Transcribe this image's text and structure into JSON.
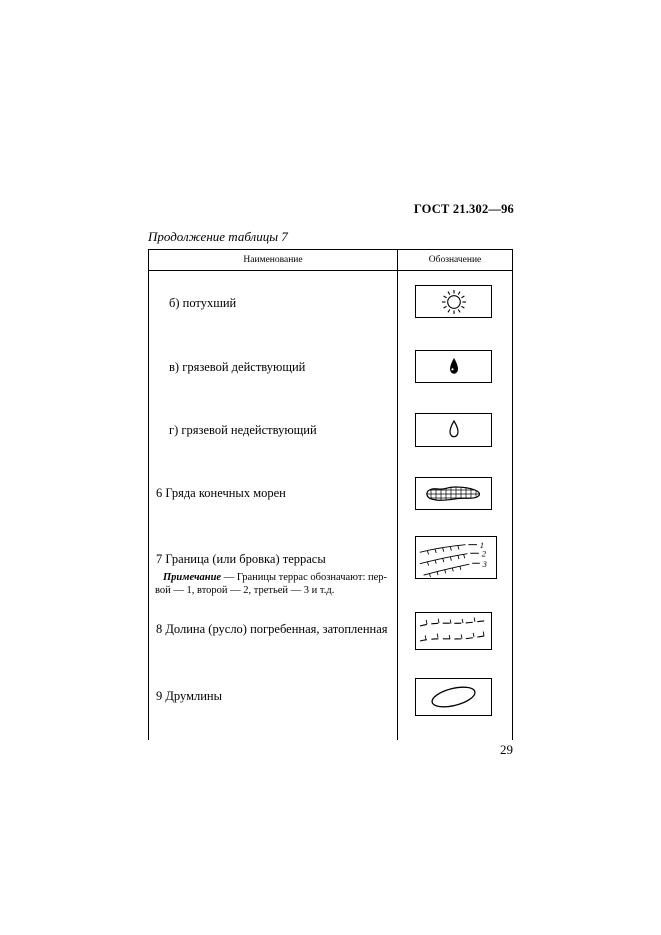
{
  "document": {
    "standard_number": "ГОСТ 21.302—96",
    "table_caption": "Продолжение таблицы 7",
    "page_number": "29"
  },
  "table": {
    "columns": {
      "name": "Наименование",
      "designation": "Обозначение"
    },
    "rows": [
      {
        "name": "б) потухший",
        "symbol": "extinct-volcano-sun"
      },
      {
        "name": "в) грязевой действующий",
        "symbol": "mud-volcano-active-filled-drop"
      },
      {
        "name": "г) грязевой недействующий",
        "symbol": "mud-volcano-inactive-outline-drop"
      },
      {
        "name": "6 Гряда конечных морен",
        "symbol": "terminal-moraine-ridge"
      },
      {
        "name": "7 Граница (или бровка) террасы",
        "note_label": "Примечание",
        "note_line1": " — Границы террас обозначают: пер-",
        "note_line2": "вой — 1, второй — 2, третьей — 3 и т.д.",
        "symbol": "terrace-boundary-lines",
        "labels": [
          "1",
          "2",
          "3"
        ]
      },
      {
        "name": "8 Долина (русло) погребенная, затопленная",
        "symbol": "buried-flooded-valley"
      },
      {
        "name": "9 Друмлины",
        "symbol": "drumlins-oval"
      }
    ]
  }
}
